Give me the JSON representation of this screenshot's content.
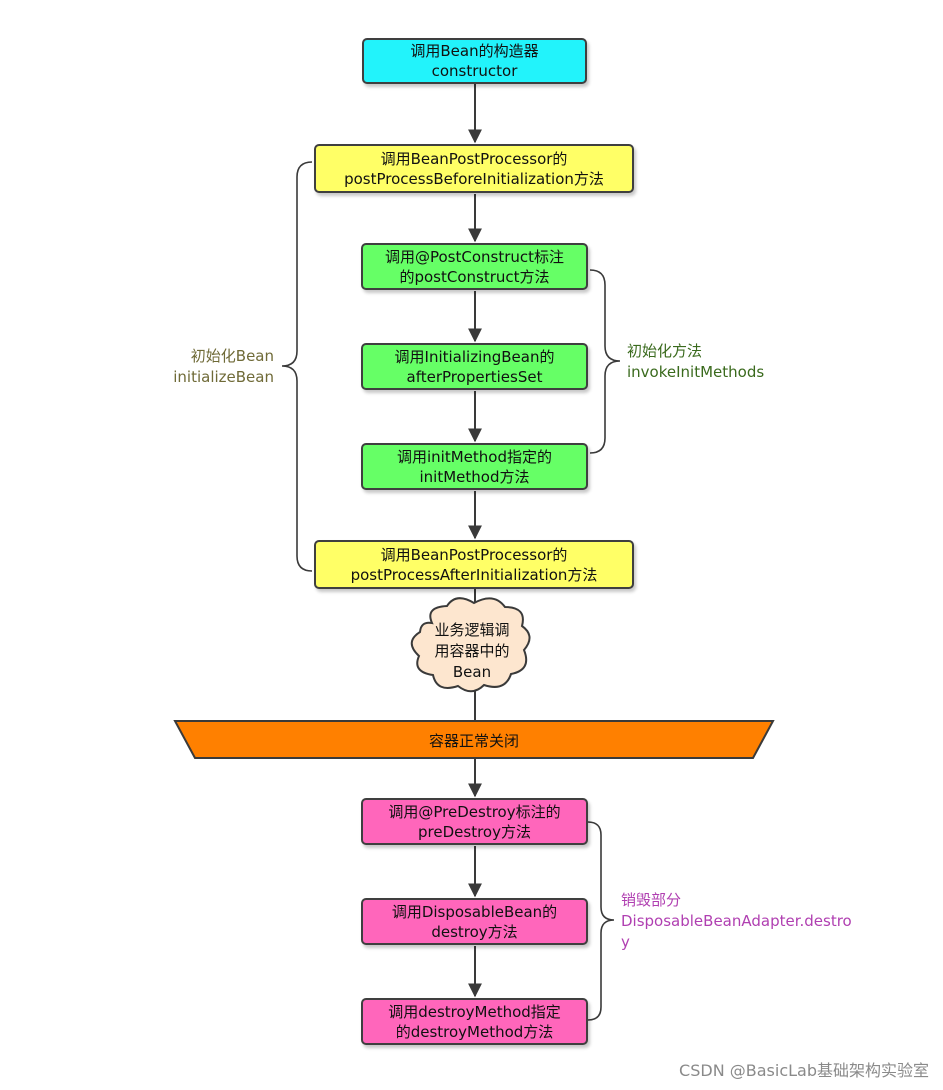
{
  "nodes": {
    "constructor": {
      "line1": "调用Bean的构造器",
      "line2": "constructor"
    },
    "before_init": {
      "line1": "调用BeanPostProcessor的",
      "line2": "postProcessBeforeInitialization方法"
    },
    "post_construct": {
      "line1": "调用@PostConstruct标注",
      "line2": "的postConstruct方法"
    },
    "initializing_bean": {
      "line1": "调用InitializingBean的",
      "line2": "afterPropertiesSet"
    },
    "init_method": {
      "line1": "调用initMethod指定的",
      "line2": "initMethod方法"
    },
    "after_init": {
      "line1": "调用BeanPostProcessor的",
      "line2": "postProcessAfterInitialization方法"
    },
    "business": {
      "line1": "业务逻辑调",
      "line2": "用容器中的",
      "line3": "Bean"
    },
    "container_close": {
      "label": "容器正常关闭"
    },
    "pre_destroy": {
      "line1": "调用@PreDestroy标注的",
      "line2": "preDestroy方法"
    },
    "disposable_bean": {
      "line1": "调用DisposableBean的",
      "line2": "destroy方法"
    },
    "destroy_method": {
      "line1": "调用destroyMethod指定",
      "line2": "的destroyMethod方法"
    }
  },
  "brace_labels": {
    "initialize_bean": {
      "line1": "初始化Bean",
      "line2": "initializeBean"
    },
    "invoke_init_methods": {
      "line1": "初始化方法",
      "line2": "invokeInitMethods"
    },
    "destroy_part": {
      "line1": "销毁部分",
      "line2": "DisposableBeanAdapter.destro",
      "line3": "y"
    }
  },
  "colors": {
    "constructor": "#22f3fb",
    "bean_post_processor": "#ffff66",
    "init_methods": "#66ff66",
    "container_close": "#ff8000",
    "business_cloud": "#fde6cf",
    "destroy": "#ff66bb"
  },
  "watermark": "CSDN @BasicLab基础架构实验室"
}
